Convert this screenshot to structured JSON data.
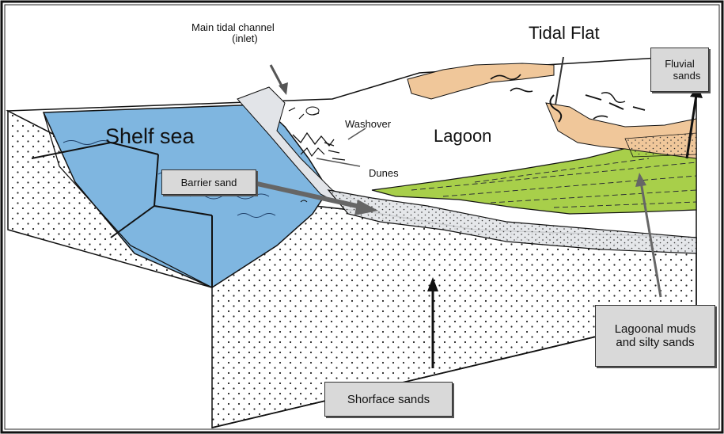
{
  "labels": {
    "main_channel_line1": "Main tidal channel",
    "main_channel_line2": "(inlet)",
    "tidal_flat": "Tidal Flat",
    "fluvial_line1": "Fluvial",
    "fluvial_line2": "sands",
    "shelf_sea": "Shelf sea",
    "washover": "Washover",
    "lagoon": "Lagoon",
    "dunes": "Dunes",
    "barrier_sand": "Barrier sand",
    "lagoonal_line1": "Lagoonal muds",
    "lagoonal_line2": "and silty sands",
    "shoreface": "Shorface sands"
  },
  "colors": {
    "shelf_sea": "#7fb6e0",
    "lagoonal_muds": "#a8cf4a",
    "tidal_flat": "#f0c79a",
    "barrier": "#e2e4e8",
    "label_box": "#d9d9d9",
    "frame": "#111111"
  }
}
